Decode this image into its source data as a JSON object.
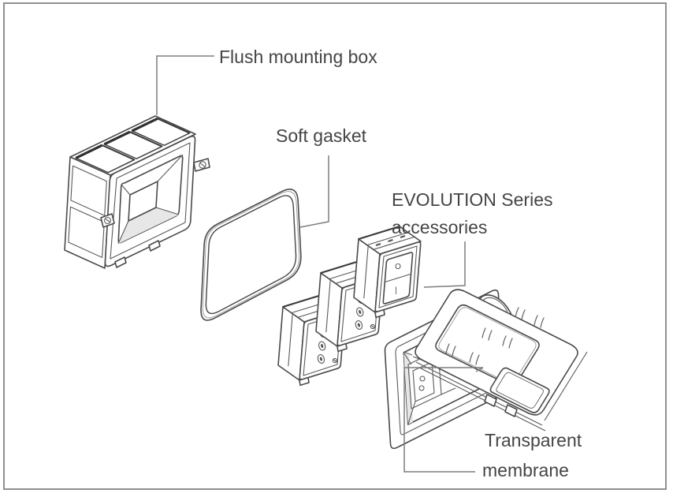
{
  "figure": {
    "type": "exploded-assembly-diagram",
    "parts": [
      "Flush mounting box",
      "Soft gasket",
      "EVOLUTION Series accessories",
      "Transparent membrane"
    ],
    "labels": {
      "flush_box": "Flush mounting box",
      "soft_gasket": "Soft gasket",
      "accessories_line1": "EVOLUTION Series",
      "accessories_line2": "accessories",
      "membrane_line1": "Transparent",
      "membrane_line2": "membrane"
    },
    "switch_marks": {
      "off": "O",
      "on": "|"
    },
    "colors": {
      "background": "#ffffff",
      "line": "#4a4a4a",
      "leader": "#7d7d7d",
      "text": "#454545",
      "border": "#8f8f8f",
      "gasket_fill": "#d7d7d7"
    }
  }
}
